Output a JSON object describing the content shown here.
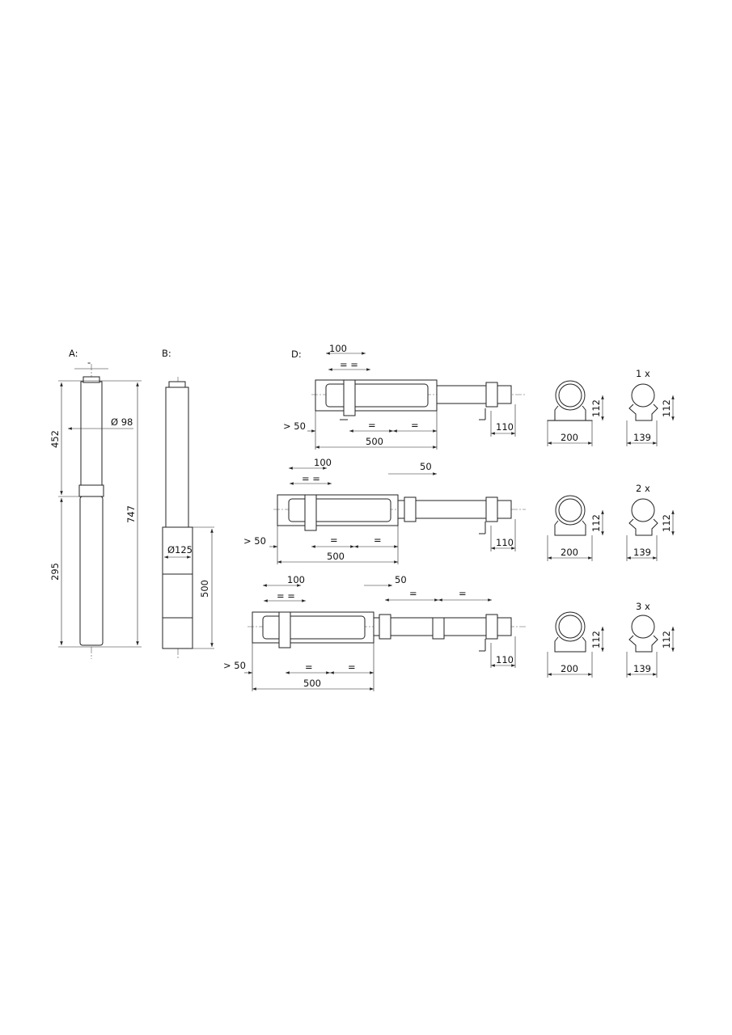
{
  "views": {
    "a": {
      "label": "A:",
      "dims": {
        "top": "452",
        "bottom": "295",
        "total": "747",
        "diameter": "Ø 98",
        "outlet": "-"
      }
    },
    "b": {
      "label": "B:",
      "dims": {
        "diameter": "Ø125",
        "sleeve": "500"
      }
    },
    "d": {
      "label": "D:",
      "rows": [
        {
          "spacing": "100",
          "equal": "= =",
          "gap": "> 50",
          "eq1": "=",
          "eq2": "=",
          "length": "500",
          "end": "110",
          "extra": "",
          "saddle_width": "200",
          "saddle_height": "112",
          "clamp_width": "139",
          "clamp_height": "112",
          "count": "1 x"
        },
        {
          "spacing": "100",
          "equal": "= =",
          "gap": "> 50",
          "eq1": "=",
          "eq2": "=",
          "length": "500",
          "end": "110",
          "extra": "50",
          "saddle_width": "200",
          "saddle_height": "112",
          "clamp_width": "139",
          "clamp_height": "112",
          "count": "2 x"
        },
        {
          "spacing": "100",
          "equal": "= =",
          "gap": "> 50",
          "eq1": "=",
          "eq2": "=",
          "length": "500",
          "end": "110",
          "extra": "50",
          "eq3": "=",
          "eq4": "=",
          "saddle_width": "200",
          "saddle_height": "112",
          "clamp_width": "139",
          "clamp_height": "112",
          "count": "3 x"
        }
      ]
    }
  }
}
